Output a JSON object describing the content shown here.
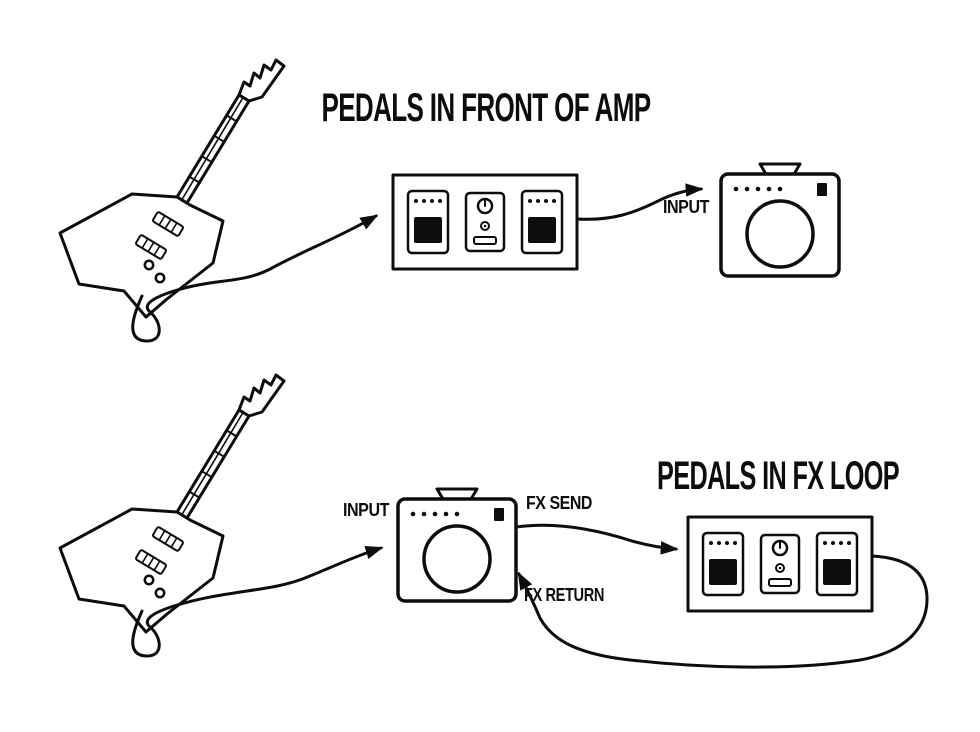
{
  "colors": {
    "background": "#ffffff",
    "ink": "#0d0d0d"
  },
  "front_of_amp": {
    "title": "PEDALS IN FRONT OF AMP",
    "input_label": "INPUT"
  },
  "fx_loop": {
    "title": "PEDALS IN FX LOOP",
    "input_label": "INPUT",
    "fx_send_label": "FX SEND",
    "fx_return_label": "FX RETURN"
  }
}
